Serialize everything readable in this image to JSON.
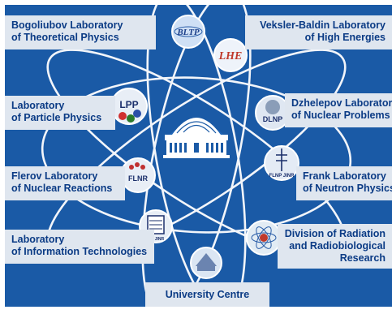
{
  "labs": {
    "blthp": {
      "line1": "Bogoliubov Laboratory",
      "line2": "of Theoretical Physics",
      "logo": "BLTP"
    },
    "vbhe": {
      "line1": "Veksler-Baldin Laboratory",
      "line2": "of High Energies",
      "logo": "LHE"
    },
    "lpp": {
      "line1": "Laboratory",
      "line2": "of Particle Physics",
      "logo": "LPP"
    },
    "dlnp": {
      "line1": "Dzhelepov Laboratory",
      "line2": "of Nuclear Problems",
      "logo": "DLNP"
    },
    "flnr": {
      "line1": "Flerov Laboratory",
      "line2": "of Nuclear Reactions",
      "logo": "FLNR"
    },
    "flnp": {
      "line1": "Frank Laboratory",
      "line2": "of Neutron Physics",
      "logo": "FLNP JINR"
    },
    "lit": {
      "line1": "Laboratory",
      "line2": "of Information Technologies",
      "logo": "LIT JINR"
    },
    "drrr": {
      "line1": "Division of Radiation",
      "line2": "and Radiobiological",
      "line3": "Research"
    },
    "uc": {
      "line1": "University Centre"
    }
  },
  "colors": {
    "background": "#1a5aa6",
    "label_bg": "#dfe6ef",
    "label_text": "#0b3b85",
    "orbit": "#f2f5fa"
  }
}
